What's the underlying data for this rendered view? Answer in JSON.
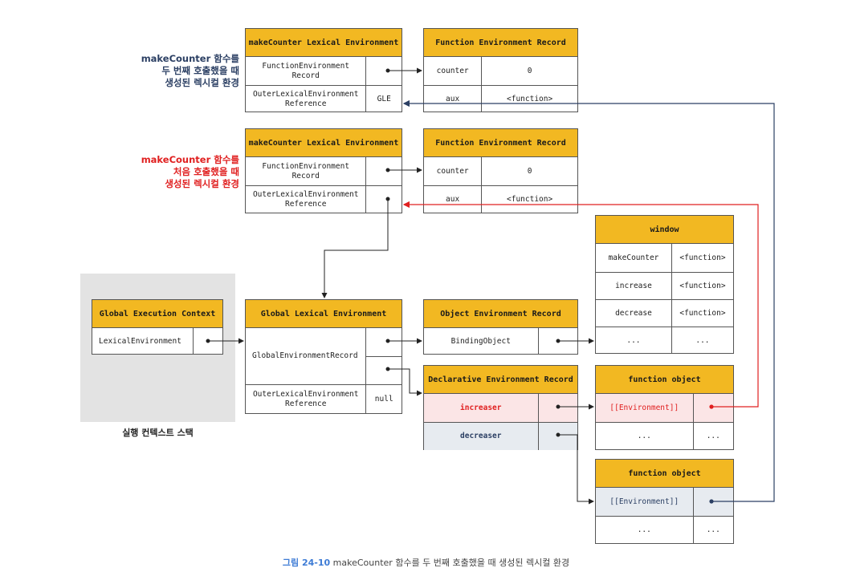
{
  "side_labels": {
    "second_call": "makeCounter 함수를\n두 번째 호출했을 때\n생성된 렉시컬 환경",
    "first_call": "makeCounter 함수를\n처음 호출했을 때\n생성된 렉시컬 환경",
    "second_color": "#2b3f63",
    "first_color": "#e02020"
  },
  "mc_env_2": {
    "title": "makeCounter Lexical Environment",
    "rows": [
      "FunctionEnvironment\nRecord",
      "OuterLexicalEnvironment\nReference"
    ],
    "outer_value": "GLE"
  },
  "fer_2": {
    "title": "Function Environment Record",
    "rows": [
      [
        "counter",
        "0"
      ],
      [
        "aux",
        "<function>"
      ]
    ]
  },
  "mc_env_1": {
    "title": "makeCounter Lexical Environment",
    "rows": [
      "FunctionEnvironment\nRecord",
      "OuterLexicalEnvironment\nReference"
    ]
  },
  "fer_1": {
    "title": "Function Environment Record",
    "rows": [
      [
        "counter",
        "0"
      ],
      [
        "aux",
        "<function>"
      ]
    ]
  },
  "window": {
    "title": "window",
    "rows": [
      [
        "makeCounter",
        "<function>"
      ],
      [
        "increase",
        "<function>"
      ],
      [
        "decrease",
        "<function>"
      ],
      [
        "...",
        "..."
      ]
    ]
  },
  "gec": {
    "title": "Global Execution Context",
    "row": "LexicalEnvironment"
  },
  "gle": {
    "title": "Global Lexical Environment",
    "rows": [
      "GlobalEnvironmentRecord",
      "OuterLexicalEnvironment\nReference"
    ],
    "outer_value": "null"
  },
  "oer": {
    "title": "Object Environment Record",
    "row": "BindingObject"
  },
  "der": {
    "title": "Declarative Environment Record",
    "rows": [
      "increaser",
      "decreaser"
    ]
  },
  "fo_1": {
    "title": "function object",
    "rows": [
      [
        "[[Environment]]",
        ""
      ],
      [
        "...",
        "..."
      ]
    ]
  },
  "fo_2": {
    "title": "function object",
    "rows": [
      [
        "[[Environment]]",
        ""
      ],
      [
        "...",
        "..."
      ]
    ]
  },
  "stack_label": "실행 컨텍스트 스택",
  "caption": {
    "fig": "그림 24-10",
    "text": "makeCounter 함수를 두 번째 호출했을 때 생성된 렉시컬 환경"
  },
  "colors": {
    "header": "#f2b822",
    "red": "#e02020",
    "navy": "#2b3f63",
    "pink": "#fbe5e6",
    "bluegray": "#e7ebf0"
  }
}
